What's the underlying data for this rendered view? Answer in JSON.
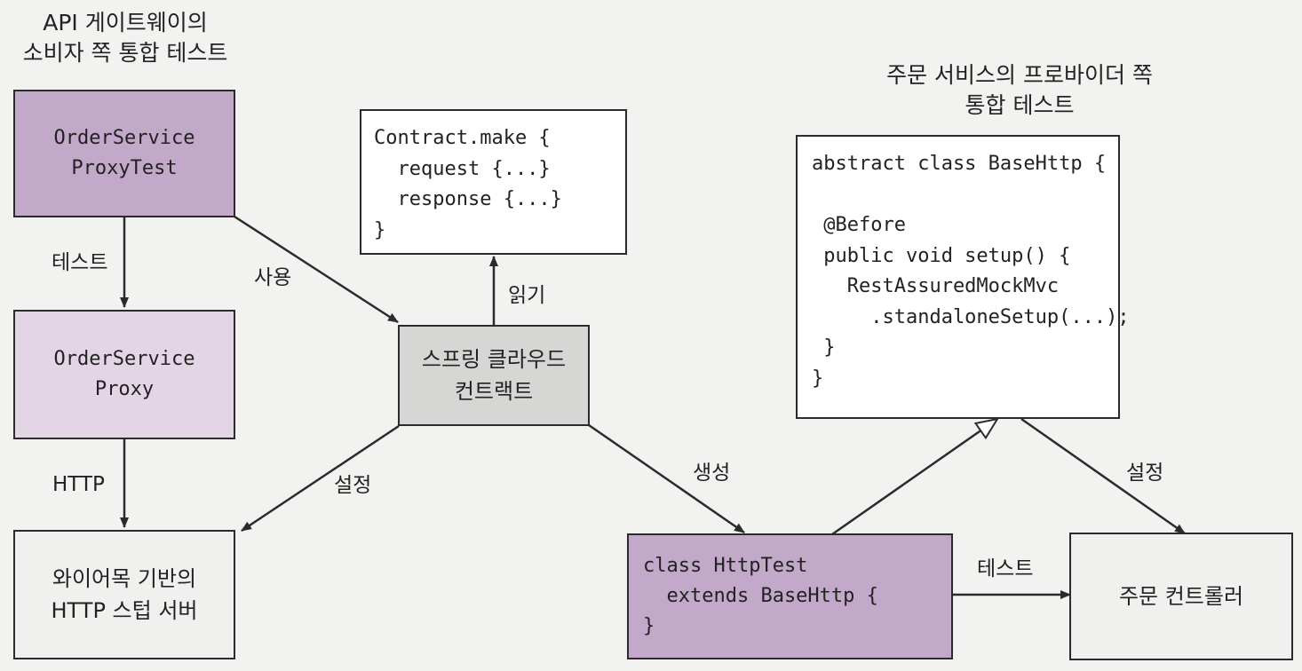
{
  "captions": {
    "left_title": "API 게이트웨이의\n소비자 쪽 통합 테스트",
    "right_title": "주문 서비스의 프로바이더 쪽\n통합 테스트"
  },
  "nodes": {
    "proxy_test": "OrderService\nProxyTest",
    "proxy": "OrderService\nProxy",
    "stub_server": "와이어목 기반의\nHTTP 스텁 서버",
    "contract": "Contract.make {\n  request {...}\n  response {...}\n}",
    "scc": "스프링 클라우드\n컨트랙트",
    "base_http": "abstract class BaseHttp {\n\n @Before\n public void setup() {\n   RestAssuredMockMvc\n     .standaloneSetup(...);\n }\n}",
    "http_test": "class HttpTest\n  extends BaseHttp {\n}",
    "controller": "주문 컨트롤러"
  },
  "edges": {
    "test_left": "테스트",
    "http": "HTTP",
    "use": "사용",
    "read": "읽기",
    "config_left": "설정",
    "generate": "생성",
    "config_right": "설정",
    "test_right": "테스트"
  },
  "colors": {
    "purple_dark": "#c2a8c9",
    "purple_light": "#e4d5e6",
    "gray_box": "#d6d6d4",
    "light_box": "#f0f0ee",
    "white_box": "#ffffff",
    "line": "#2b2b2b"
  }
}
